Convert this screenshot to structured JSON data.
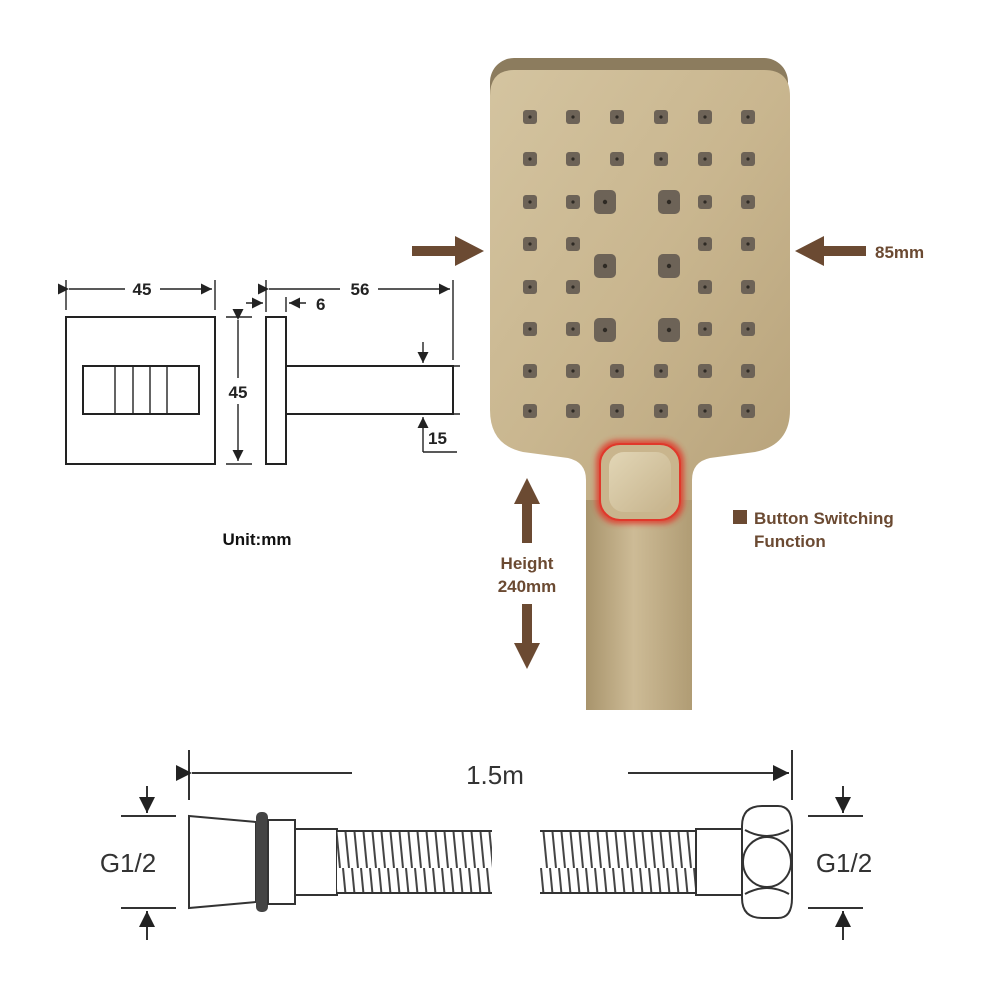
{
  "wall_bracket": {
    "width_label": "45",
    "depth_label": "56",
    "plate_label": "6",
    "height_label": "45",
    "arm_label": "15",
    "unit_label": "Unit:mm"
  },
  "shower_head": {
    "width_label": "85mm",
    "height_line1": "Height",
    "height_line2": "240mm",
    "feature_line1": "Button Switching",
    "feature_line2": "Function"
  },
  "hose": {
    "length_label": "1.5m",
    "left_thread_label": "G1/2",
    "right_thread_label": "G1/2"
  },
  "colors": {
    "brass": "#c7b490",
    "arrow_brown": "#6b4a32",
    "button_glow": "#e0382b"
  }
}
